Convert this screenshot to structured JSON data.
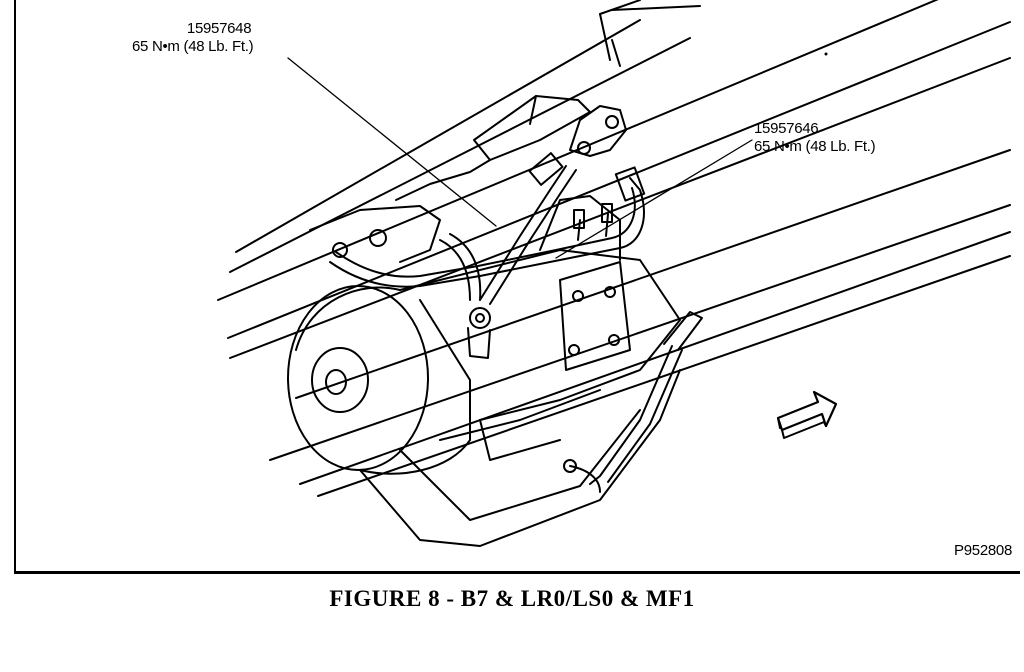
{
  "callouts": [
    {
      "part_number": "15957648",
      "torque": "65 N•m (48 Lb. Ft.)"
    },
    {
      "part_number": "15957646",
      "torque": "65 N•m (48 Lb. Ft.)"
    }
  ],
  "reference_code": "P952808",
  "caption": "FIGURE 8 - B7 & LR0/LS0 & MF1",
  "icons": [
    "direction-arrow-icon"
  ]
}
